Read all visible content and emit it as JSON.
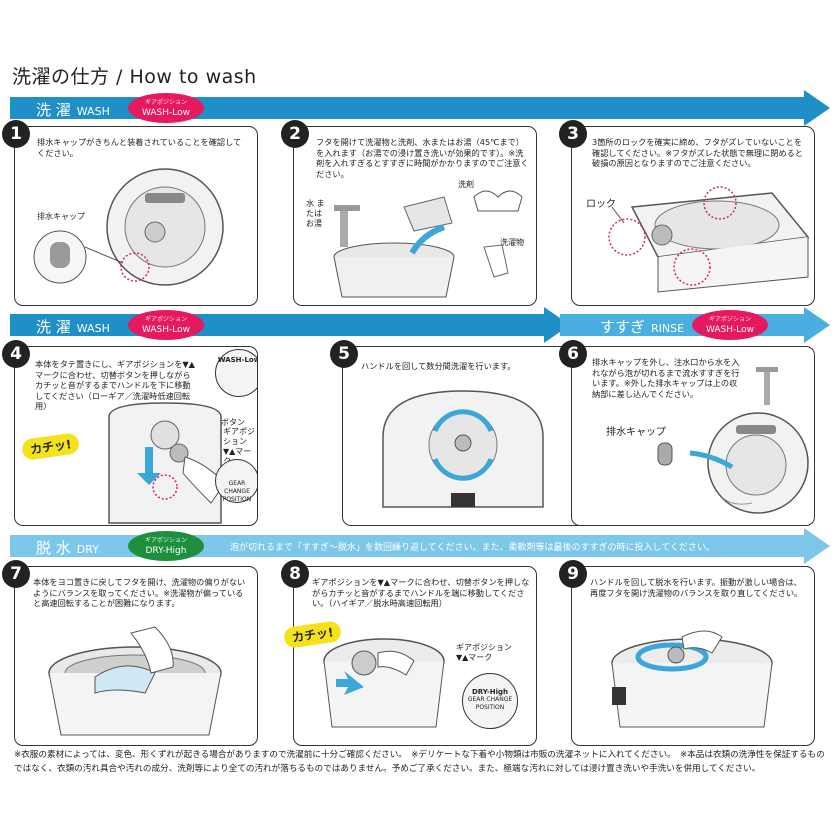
{
  "title": "洗濯の仕方 /  How to wash",
  "bands": [
    {
      "jp": "洗 濯",
      "en": "WASH",
      "color": "#1f8fc8",
      "gear_small": "ギアポジション",
      "gear_main": "WASH-Low",
      "gear_color": "#e6195f"
    },
    {
      "jp": "洗 濯",
      "en": "WASH",
      "color": "#1f8fc8",
      "gear_small": "ギアポジション",
      "gear_main": "WASH-Low",
      "gear_color": "#e6195f"
    },
    {
      "jp": "すすぎ",
      "en": "RINSE",
      "color": "#49aee0",
      "gear_small": "ギアポジション",
      "gear_main": "WASH-Low",
      "gear_color": "#e6195f"
    },
    {
      "jp": "脱 水",
      "en": "DRY",
      "color": "#7cc7ea",
      "gear_small": "ギアポジション",
      "gear_main": "DRY-High",
      "gear_color": "#1e8f3c",
      "note": "泡が切れるまで「すすぎ～脱水」を数回繰り返してください。また、柔軟剤等は最後のすすぎの時に投入してください。"
    }
  ],
  "steps": [
    {
      "num": "1",
      "text": "排水キャップがきちんと装着されていることを確認してください。",
      "callouts": [
        "排水キャップ"
      ]
    },
    {
      "num": "2",
      "text": "フタを開けて洗濯物と洗剤、水またはお湯（45℃まで）を入れます（お湯での浸け置き洗いが効果的です）。※洗剤を入れすぎるとすすぎに時間がかかりますのでご注意ください。",
      "callouts": [
        "洗剤",
        "水 または お湯",
        "洗濯物"
      ]
    },
    {
      "num": "3",
      "text": "3箇所のロックを確実に締め、フタがズレていないことを確認してください。※フタがズレた状態で無理に閉めると破損の原因となりますのでご注意ください。",
      "callouts": [
        "ロック"
      ]
    },
    {
      "num": "4",
      "text": "本体をタテ置きにし、ギアポジションを▼▲マークに合わせ、切替ボタンを押しながらカチッと音がするまでハンドルを下に移動してください（ローギア／洗濯時低速回転用）",
      "callouts": [
        "WASH-Low",
        "切替ボタン",
        "ギアポジション ▼▲マーク",
        "カチッ!",
        "GEAR CHANGE POSITION"
      ]
    },
    {
      "num": "5",
      "text": "ハンドルを回して数分間洗濯を行います。",
      "callouts": []
    },
    {
      "num": "6",
      "text": "排水キャップを外し、注水口から水を入れながら泡が切れるまで流水すすぎを行います。※外した排水キャップは上の収納部に差し込んでください。",
      "callouts": [
        "排水キャップ"
      ]
    },
    {
      "num": "7",
      "text": "本体をヨコ置きに戻してフタを開け、洗濯物の偏りがないようにバランスを取ってください。※洗濯物が偏っていると高速回転することが困難になります。",
      "callouts": []
    },
    {
      "num": "8",
      "text": "ギアポジションを▼▲マークに合わせ、切替ボタンを押しながらカチッと音がするまでハンドルを端に移動してください。（ハイギア／脱水時高速回転用）",
      "callouts": [
        "カチッ!",
        "ギアポジション ▼▲マーク",
        "DRY-High",
        "GEAR CHANGE POSITION"
      ]
    },
    {
      "num": "9",
      "text": "ハンドルを回して脱水を行います。振動が激しい場合は、再度フタを開け洗濯物のバランスを取り直してください。",
      "callouts": []
    }
  ],
  "footer": "※衣服の素材によっては、変色、形くずれが起きる場合がありますので洗濯前に十分ご確認ください。　※デリケートな下着や小物類は市販の洗濯ネットに入れてください。　※本品は衣類の洗浄性を保証するものではなく、衣類の汚れ具合や汚れの成分、洗剤等により全ての汚れが落ちるものではありません。予めご了承ください。また、極端な汚れに対しては浸け置き洗いや手洗いを併用してください。",
  "colors": {
    "wash": "#1f8fc8",
    "rinse": "#49aee0",
    "dry": "#7cc7ea",
    "gear_pink": "#e6195f",
    "gear_green": "#1e8f3c",
    "kachi_yellow": "#f4e31a",
    "arrow_blue": "#3aa7d8"
  }
}
